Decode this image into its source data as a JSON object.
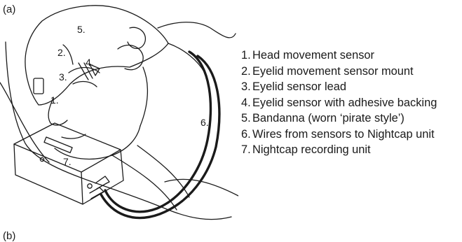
{
  "panel_labels": {
    "a": "(a)",
    "b": "(b)"
  },
  "callouts": [
    "1.",
    "2.",
    "3.",
    "4.",
    "5.",
    "6.",
    "7."
  ],
  "legend": [
    {
      "num": "1.",
      "text": "Head movement sensor"
    },
    {
      "num": "2.",
      "text": "Eyelid movement sensor mount"
    },
    {
      "num": "3.",
      "text": "Eyelid sensor lead"
    },
    {
      "num": "4.",
      "text": "Eyelid sensor with adhesive backing"
    },
    {
      "num": "5.",
      "text": "Bandanna (worn ‘pirate style’)"
    },
    {
      "num": "6.",
      "text": "Wires from sensors to Nightcap unit"
    },
    {
      "num": "7.",
      "text": "Nightcap recording unit"
    }
  ],
  "colors": {
    "ink": "#1a1a1a",
    "background": "#ffffff"
  }
}
